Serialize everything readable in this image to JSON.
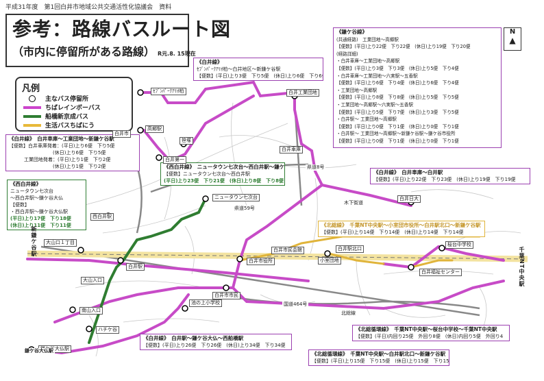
{
  "header": {
    "note": "平成31年度　第1回白井市地域公共交通活性化協議会　資料",
    "title": "参考：路線バスルート図",
    "subtitle": "（市内に停留所がある路線）",
    "date": "R元.8. 15現在"
  },
  "compass": {
    "label": "N"
  },
  "legend": {
    "title": "凡例",
    "items": [
      {
        "label": "主なバス停留所",
        "type": "circle"
      },
      {
        "label": "ちばレインボーバス",
        "color": "#cc44cc"
      },
      {
        "label": "船橋新京成バス",
        "color": "#2e7d32"
      },
      {
        "label": "生活バスちばにう",
        "color": "#e8b93a"
      }
    ]
  },
  "routes": {
    "shiroi_lines": {
      "title": "《白井線》",
      "line1": "ｾﾌﾞﾝﾊﾟｰｸｱﾘｵ柏～白井地区～新鎌ケ谷駅",
      "line2": "【便数】(平日)上り3便　下り5便　(休日)上り6便　下り6便"
    },
    "kamagaya": {
      "title": "《鎌ケ谷線》",
      "sections": [
        "(共通経路)　工業団地～高郷駅",
        "【便数】(平日)上り22便　下り22便　(休日)上り19便　下り20便",
        "(経路詳細)",
        "・白井車庫～工業団地～高郷駅",
        "【便数】(平日)上り3便　下り3便　(休日)上り5便　下り4便",
        "・白井車庫～工業団地～六実駅～五香駅",
        "【便数】(平日)上り6便　下り4便　(休日)上り6便　下り4便",
        "・工業団地～高郷駅",
        "【便数】(平日)上り8便　下り8便　(休日)上り5便　下り5便",
        "・工業団地～高郷駅～六実駅～五香駅",
        "【便数】(平日)上り5便　下り7便　(休日)上り3便　下り5便",
        "・白井駅～ 工業団地～高郷駅",
        "【便数】(平日)上り0便　下り1便　(休日)上り0便　下り1便",
        "・白井駅～ 工業団地～高郷駅～新鎌ケ谷駅～鎌ケ谷市役所",
        "【便数】(平日)上り0便　下り1便　(休日)上り0便　下り1便"
      ]
    },
    "shiroi_west": {
      "title": "《白井線》　白井車庫～工業団地～新鎌ケ谷駅",
      "lines": [
        "【便数】白井車庫発着：(平日)上り6便　下り5便",
        "(休日)上り6便　下り5便",
        "工業団地発着：(平日)上り1便　下り2便",
        "(休日)上り1便　下り2便"
      ]
    },
    "nishishiroi": {
      "title": "《西白井線》　ニュータウン七次台～西白井駅～鎌ケ谷大仏",
      "line1": "【便数】ニュータウン七次台～西白井駅",
      "line2": "(平日)上り23便　下り21便　(休日)上り8便　下り8便"
    },
    "nishishiroi_left": {
      "title": "《西白井線》",
      "lines": [
        "ニュータウン七次台",
        "～西白井駅～鎌ケ谷大仏",
        "【便数】",
        "・西白井駅～鎌ケ谷大仏駅",
        "(平日)上り17便　下り18便",
        "(休日)上り11便　下り11便"
      ]
    },
    "shiroi_east": {
      "title": "《白井線》　白井車庫～白井駅",
      "line1": "【便数】(平日)上り22便　下り23便　(休日)上り19便　下り19便"
    },
    "hokusou": {
      "title": "《北総線》　千葉NT中央駅～小室団市役所～白井駅北口～新鎌ケ谷駅",
      "line1": "【便数】(平日)上り14便　下り14便　(休日)上り14便　下り14便"
    },
    "shiroi_south": {
      "title": "《白井線》　白井駅～鎌ケ谷大仏～西船橋駅",
      "line1": "【便数】(平日)上り26便　下り26便　(休日)上り34便　下り34便"
    },
    "chiba_nt": {
      "title": "《北総循環線》　千葉NT中央駅～桜台中学校～千葉NT中央駅",
      "line1": "【便数】(平日)内回り25便　外回り8便　(休日)内回り5便　外回り4"
    },
    "hokusou_loop": {
      "title": "《北総循環線》　千葉NT中央駅～白井駅北口～新鎌ケ谷駅",
      "line1": "【便数】(平日)上り15便　下り15便　(休日)上り15便　下り15便"
    }
  },
  "stops": {
    "seven_park": "ｾﾌﾞﾝﾊﾟｰｸｱﾘｵ柏",
    "takago_station": "高郷駅",
    "shiroi_depot": "白井車庫",
    "kogyo_danchi": "白井工業団地",
    "sasazuka": "白井市",
    "kanekura": "笹塚",
    "nishi_shiroi": "西白井駅",
    "shiroi_station": "白井駅",
    "shiroi_city_hall": "白井市役所",
    "komuro_dansha": "小室団地",
    "nanatsugi": "ニュータウン七次台",
    "oyama": "大山口１丁目",
    "oyama_iriguchi": "大山入口",
    "mizuhodai": "桜台中学校",
    "fukuzawa": "白井福祉センター",
    "shimo_shiroi": "白井日大",
    "yama": "南山入口",
    "nishi_shiroi_dai": "白井第一",
    "hakkeya": "ハチケ谷",
    "nishinoue": "池の上小学校",
    "shiroi_bridge": "白井市市民",
    "kamagaya_daibutsu": "鎌ケ谷大仏駅",
    "shiroi_kita": "白井駅北口",
    "nishi_chiba": "白井市民会館"
  },
  "side_labels": {
    "left_top": "新鎌ケ谷駅",
    "right_top": "千葉NT中央駅",
    "left_bottom": "鎌ケ谷大仏駅",
    "road1": "北総線",
    "road2": "国道464号",
    "road3": "木下街道",
    "road4": "県道59号",
    "road5": "県道8号"
  }
}
